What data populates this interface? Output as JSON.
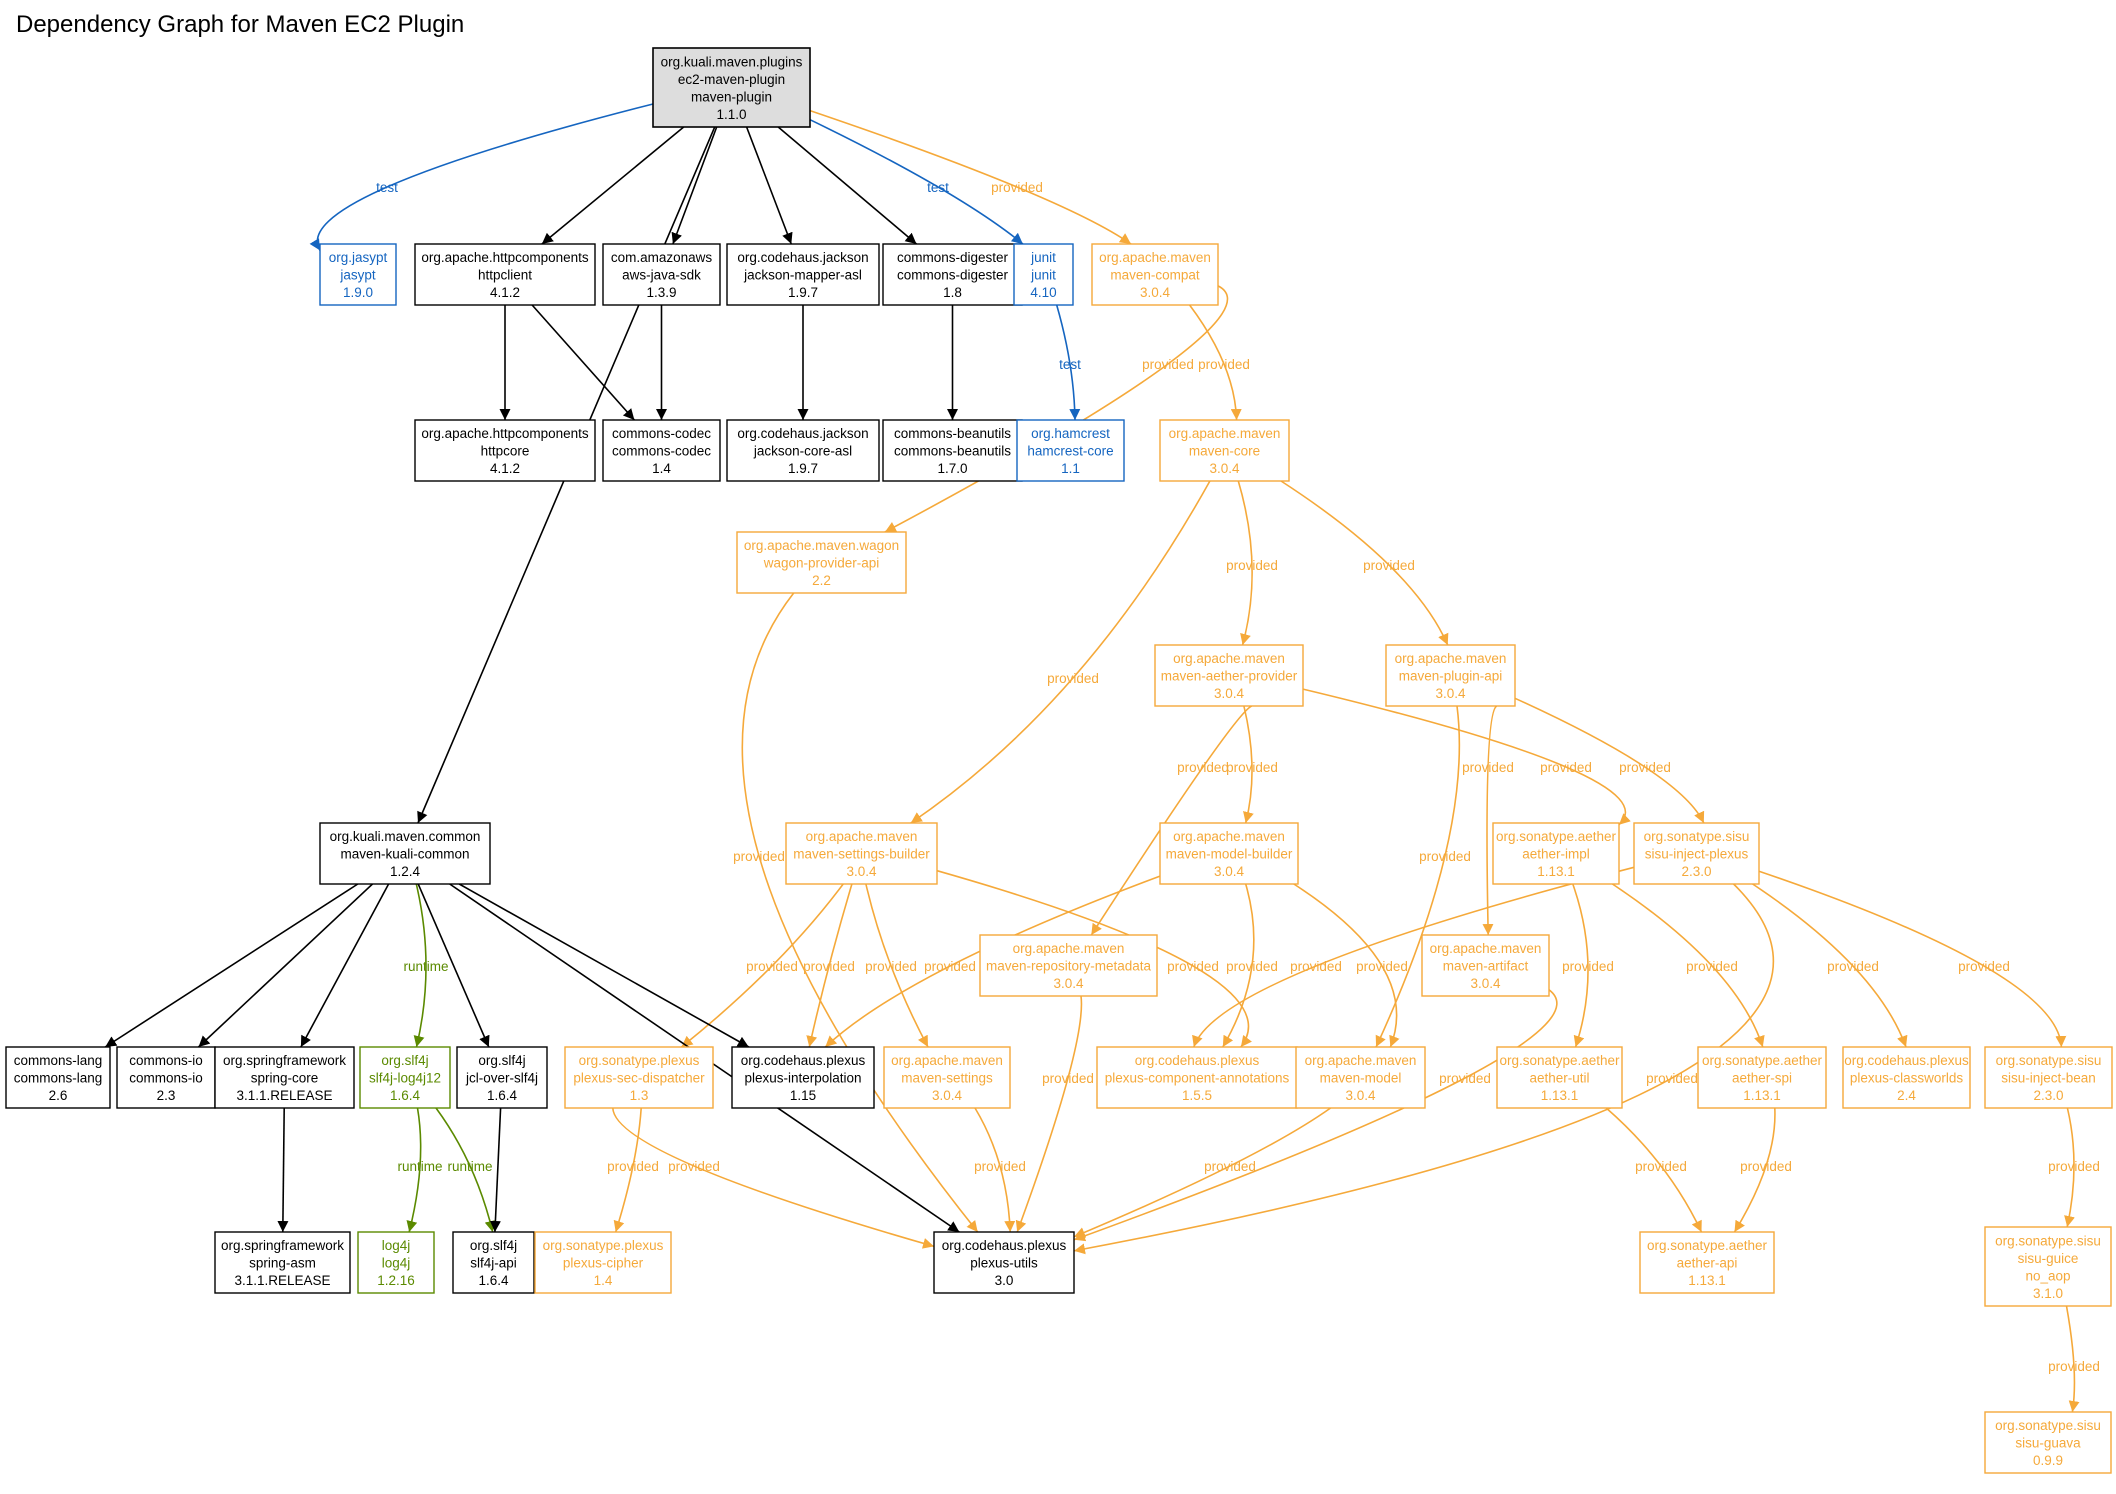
{
  "title": "Dependency Graph for Maven EC2 Plugin",
  "colors": {
    "compile": "#000000",
    "test": "#1565C0",
    "provided": "#F5A93A",
    "runtime": "#5B8A00",
    "root_fill": "#DDDDDD",
    "background": "#FFFFFF"
  },
  "nodes": [
    {
      "id": "root",
      "scope": "compile",
      "root": true,
      "lines": [
        "org.kuali.maven.plugins",
        "ec2-maven-plugin",
        "maven-plugin",
        "1.1.0"
      ]
    },
    {
      "id": "jasypt",
      "scope": "test",
      "lines": [
        "org.jasypt",
        "jasypt",
        "1.9.0"
      ]
    },
    {
      "id": "httpclient",
      "scope": "compile",
      "lines": [
        "org.apache.httpcomponents",
        "httpclient",
        "4.1.2"
      ]
    },
    {
      "id": "awssdk",
      "scope": "compile",
      "lines": [
        "com.amazonaws",
        "aws-java-sdk",
        "1.3.9"
      ]
    },
    {
      "id": "jmapper",
      "scope": "compile",
      "lines": [
        "org.codehaus.jackson",
        "jackson-mapper-asl",
        "1.9.7"
      ]
    },
    {
      "id": "digester",
      "scope": "compile",
      "lines": [
        "commons-digester",
        "commons-digester",
        "1.8"
      ]
    },
    {
      "id": "junit",
      "scope": "test",
      "lines": [
        "junit",
        "junit",
        "4.10"
      ]
    },
    {
      "id": "mcompat",
      "scope": "provided",
      "lines": [
        "org.apache.maven",
        "maven-compat",
        "3.0.4"
      ]
    },
    {
      "id": "httpcore",
      "scope": "compile",
      "lines": [
        "org.apache.httpcomponents",
        "httpcore",
        "4.1.2"
      ]
    },
    {
      "id": "codec",
      "scope": "compile",
      "lines": [
        "commons-codec",
        "commons-codec",
        "1.4"
      ]
    },
    {
      "id": "jcore",
      "scope": "compile",
      "lines": [
        "org.codehaus.jackson",
        "jackson-core-asl",
        "1.9.7"
      ]
    },
    {
      "id": "beanutils",
      "scope": "compile",
      "lines": [
        "commons-beanutils",
        "commons-beanutils",
        "1.7.0"
      ]
    },
    {
      "id": "hamcrest",
      "scope": "test",
      "lines": [
        "org.hamcrest",
        "hamcrest-core",
        "1.1"
      ]
    },
    {
      "id": "mcore",
      "scope": "provided",
      "lines": [
        "org.apache.maven",
        "maven-core",
        "3.0.4"
      ]
    },
    {
      "id": "wagon",
      "scope": "provided",
      "lines": [
        "org.apache.maven.wagon",
        "wagon-provider-api",
        "2.2"
      ]
    },
    {
      "id": "maetherprov",
      "scope": "provided",
      "lines": [
        "org.apache.maven",
        "maven-aether-provider",
        "3.0.4"
      ]
    },
    {
      "id": "mpluginapi",
      "scope": "provided",
      "lines": [
        "org.apache.maven",
        "maven-plugin-api",
        "3.0.4"
      ]
    },
    {
      "id": "kualicommon",
      "scope": "compile",
      "lines": [
        "org.kuali.maven.common",
        "maven-kuali-common",
        "1.2.4"
      ]
    },
    {
      "id": "msettingsb",
      "scope": "provided",
      "lines": [
        "org.apache.maven",
        "maven-settings-builder",
        "3.0.4"
      ]
    },
    {
      "id": "mmodelb",
      "scope": "provided",
      "lines": [
        "org.apache.maven",
        "maven-model-builder",
        "3.0.4"
      ]
    },
    {
      "id": "aetherimpl",
      "scope": "provided",
      "lines": [
        "org.sonatype.aether",
        "aether-impl",
        "1.13.1"
      ]
    },
    {
      "id": "sisuplexus",
      "scope": "provided",
      "lines": [
        "org.sonatype.sisu",
        "sisu-inject-plexus",
        "2.3.0"
      ]
    },
    {
      "id": "mrepometa",
      "scope": "provided",
      "lines": [
        "org.apache.maven",
        "maven-repository-metadata",
        "3.0.4"
      ]
    },
    {
      "id": "martifact",
      "scope": "provided",
      "lines": [
        "org.apache.maven",
        "maven-artifact",
        "3.0.4"
      ]
    },
    {
      "id": "clang",
      "scope": "compile",
      "lines": [
        "commons-lang",
        "commons-lang",
        "2.6"
      ]
    },
    {
      "id": "cio",
      "scope": "compile",
      "lines": [
        "commons-io",
        "commons-io",
        "2.3"
      ]
    },
    {
      "id": "springcore",
      "scope": "compile",
      "lines": [
        "org.springframework",
        "spring-core",
        "3.1.1.RELEASE"
      ]
    },
    {
      "id": "slf4jlog4j",
      "scope": "runtime",
      "lines": [
        "org.slf4j",
        "slf4j-log4j12",
        "1.6.4"
      ]
    },
    {
      "id": "jclslf4j",
      "scope": "compile",
      "lines": [
        "org.slf4j",
        "jcl-over-slf4j",
        "1.6.4"
      ]
    },
    {
      "id": "plexinterp",
      "scope": "compile",
      "lines": [
        "org.codehaus.plexus",
        "plexus-interpolation",
        "1.15"
      ]
    },
    {
      "id": "secdisp",
      "scope": "provided",
      "lines": [
        "org.sonatype.plexus",
        "plexus-sec-dispatcher",
        "1.3"
      ]
    },
    {
      "id": "msettings",
      "scope": "provided",
      "lines": [
        "org.apache.maven",
        "maven-settings",
        "3.0.4"
      ]
    },
    {
      "id": "pcompann",
      "scope": "provided",
      "lines": [
        "org.codehaus.plexus",
        "plexus-component-annotations",
        "1.5.5"
      ]
    },
    {
      "id": "mmodel",
      "scope": "provided",
      "lines": [
        "org.apache.maven",
        "maven-model",
        "3.0.4"
      ]
    },
    {
      "id": "aetherutil",
      "scope": "provided",
      "lines": [
        "org.sonatype.aether",
        "aether-util",
        "1.13.1"
      ]
    },
    {
      "id": "aetherspi",
      "scope": "provided",
      "lines": [
        "org.sonatype.aether",
        "aether-spi",
        "1.13.1"
      ]
    },
    {
      "id": "classworlds",
      "scope": "provided",
      "lines": [
        "org.codehaus.plexus",
        "plexus-classworlds",
        "2.4"
      ]
    },
    {
      "id": "sisubean",
      "scope": "provided",
      "lines": [
        "org.sonatype.sisu",
        "sisu-inject-bean",
        "2.3.0"
      ]
    },
    {
      "id": "springasm",
      "scope": "compile",
      "lines": [
        "org.springframework",
        "spring-asm",
        "3.1.1.RELEASE"
      ]
    },
    {
      "id": "log4j",
      "scope": "runtime",
      "lines": [
        "log4j",
        "log4j",
        "1.2.16"
      ]
    },
    {
      "id": "slf4japi",
      "scope": "compile",
      "lines": [
        "org.slf4j",
        "slf4j-api",
        "1.6.4"
      ]
    },
    {
      "id": "pcipher",
      "scope": "provided",
      "lines": [
        "org.sonatype.plexus",
        "plexus-cipher",
        "1.4"
      ]
    },
    {
      "id": "putils",
      "scope": "compile",
      "lines": [
        "org.codehaus.plexus",
        "plexus-utils",
        "3.0"
      ]
    },
    {
      "id": "aetherapi",
      "scope": "provided",
      "lines": [
        "org.sonatype.aether",
        "aether-api",
        "1.13.1"
      ]
    },
    {
      "id": "sisuguice",
      "scope": "provided",
      "lines": [
        "org.sonatype.sisu",
        "sisu-guice",
        "no_aop",
        "3.1.0"
      ]
    },
    {
      "id": "sisuguava",
      "scope": "provided",
      "lines": [
        "org.sonatype.sisu",
        "sisu-guava",
        "0.9.9"
      ]
    }
  ],
  "edges": [
    {
      "from": "root",
      "to": "jasypt",
      "scope": "test",
      "label": "test"
    },
    {
      "from": "root",
      "to": "httpclient",
      "scope": "compile",
      "label": ""
    },
    {
      "from": "root",
      "to": "awssdk",
      "scope": "compile",
      "label": ""
    },
    {
      "from": "root",
      "to": "jmapper",
      "scope": "compile",
      "label": ""
    },
    {
      "from": "root",
      "to": "digester",
      "scope": "compile",
      "label": ""
    },
    {
      "from": "root",
      "to": "junit",
      "scope": "test",
      "label": "test"
    },
    {
      "from": "root",
      "to": "mcompat",
      "scope": "provided",
      "label": "provided"
    },
    {
      "from": "root",
      "to": "kualicommon",
      "scope": "compile",
      "label": ""
    },
    {
      "from": "httpclient",
      "to": "httpcore",
      "scope": "compile",
      "label": ""
    },
    {
      "from": "httpclient",
      "to": "codec",
      "scope": "compile",
      "label": ""
    },
    {
      "from": "awssdk",
      "to": "codec",
      "scope": "compile",
      "label": ""
    },
    {
      "from": "jmapper",
      "to": "jcore",
      "scope": "compile",
      "label": ""
    },
    {
      "from": "digester",
      "to": "beanutils",
      "scope": "compile",
      "label": ""
    },
    {
      "from": "junit",
      "to": "hamcrest",
      "scope": "test",
      "label": "test"
    },
    {
      "from": "mcompat",
      "to": "wagon",
      "scope": "provided",
      "label": "provided"
    },
    {
      "from": "mcompat",
      "to": "mcore",
      "scope": "provided",
      "label": "provided"
    },
    {
      "from": "mcore",
      "to": "msettingsb",
      "scope": "provided",
      "label": "provided"
    },
    {
      "from": "mcore",
      "to": "maetherprov",
      "scope": "provided",
      "label": "provided"
    },
    {
      "from": "mcore",
      "to": "mpluginapi",
      "scope": "provided",
      "label": "provided"
    },
    {
      "from": "wagon",
      "to": "putils",
      "scope": "provided",
      "label": "provided"
    },
    {
      "from": "maetherprov",
      "to": "mrepometa",
      "scope": "provided",
      "label": "provided"
    },
    {
      "from": "maetherprov",
      "to": "mmodelb",
      "scope": "provided",
      "label": "provided"
    },
    {
      "from": "maetherprov",
      "to": "aetherimpl",
      "scope": "provided",
      "label": "provided"
    },
    {
      "from": "mpluginapi",
      "to": "mmodel",
      "scope": "provided",
      "label": "provided"
    },
    {
      "from": "mpluginapi",
      "to": "martifact",
      "scope": "provided",
      "label": "provided"
    },
    {
      "from": "mpluginapi",
      "to": "sisuplexus",
      "scope": "provided",
      "label": "provided"
    },
    {
      "from": "msettingsb",
      "to": "secdisp",
      "scope": "provided",
      "label": "provided"
    },
    {
      "from": "msettingsb",
      "to": "plexinterp",
      "scope": "provided",
      "label": "provided"
    },
    {
      "from": "msettingsb",
      "to": "msettings",
      "scope": "provided",
      "label": "provided"
    },
    {
      "from": "msettingsb",
      "to": "pcompann",
      "scope": "provided",
      "label": "provided"
    },
    {
      "from": "mmodelb",
      "to": "plexinterp",
      "scope": "provided",
      "label": "provided"
    },
    {
      "from": "mmodelb",
      "to": "pcompann",
      "scope": "provided",
      "label": "provided"
    },
    {
      "from": "mmodelb",
      "to": "mmodel",
      "scope": "provided",
      "label": "provided"
    },
    {
      "from": "aetherimpl",
      "to": "aetherutil",
      "scope": "provided",
      "label": "provided"
    },
    {
      "from": "aetherimpl",
      "to": "aetherspi",
      "scope": "provided",
      "label": "provided"
    },
    {
      "from": "sisuplexus",
      "to": "pcompann",
      "scope": "provided",
      "label": "provided"
    },
    {
      "from": "sisuplexus",
      "to": "putils",
      "scope": "provided",
      "label": "provided"
    },
    {
      "from": "sisuplexus",
      "to": "classworlds",
      "scope": "provided",
      "label": "provided"
    },
    {
      "from": "sisuplexus",
      "to": "sisubean",
      "scope": "provided",
      "label": "provided"
    },
    {
      "from": "mrepometa",
      "to": "putils",
      "scope": "provided",
      "label": "provided"
    },
    {
      "from": "martifact",
      "to": "putils",
      "scope": "provided",
      "label": "provided"
    },
    {
      "from": "kualicommon",
      "to": "clang",
      "scope": "compile",
      "label": ""
    },
    {
      "from": "kualicommon",
      "to": "cio",
      "scope": "compile",
      "label": ""
    },
    {
      "from": "kualicommon",
      "to": "springcore",
      "scope": "compile",
      "label": ""
    },
    {
      "from": "kualicommon",
      "to": "slf4jlog4j",
      "scope": "runtime",
      "label": "runtime"
    },
    {
      "from": "kualicommon",
      "to": "jclslf4j",
      "scope": "compile",
      "label": ""
    },
    {
      "from": "kualicommon",
      "to": "putils",
      "scope": "compile",
      "label": ""
    },
    {
      "from": "kualicommon",
      "to": "plexinterp",
      "scope": "compile",
      "label": ""
    },
    {
      "from": "springcore",
      "to": "springasm",
      "scope": "compile",
      "label": ""
    },
    {
      "from": "slf4jlog4j",
      "to": "log4j",
      "scope": "runtime",
      "label": "runtime"
    },
    {
      "from": "slf4jlog4j",
      "to": "slf4japi",
      "scope": "runtime",
      "label": "runtime"
    },
    {
      "from": "jclslf4j",
      "to": "slf4japi",
      "scope": "compile",
      "label": ""
    },
    {
      "from": "secdisp",
      "to": "pcipher",
      "scope": "provided",
      "label": "provided"
    },
    {
      "from": "secdisp",
      "to": "putils",
      "scope": "provided",
      "label": "provided"
    },
    {
      "from": "msettings",
      "to": "putils",
      "scope": "provided",
      "label": "provided"
    },
    {
      "from": "mmodel",
      "to": "putils",
      "scope": "provided",
      "label": "provided"
    },
    {
      "from": "aetherutil",
      "to": "aetherapi",
      "scope": "provided",
      "label": "provided"
    },
    {
      "from": "aetherspi",
      "to": "aetherapi",
      "scope": "provided",
      "label": "provided"
    },
    {
      "from": "sisubean",
      "to": "sisuguice",
      "scope": "provided",
      "label": "provided"
    },
    {
      "from": "sisuguice",
      "to": "sisuguava",
      "scope": "provided",
      "label": "provided"
    }
  ]
}
